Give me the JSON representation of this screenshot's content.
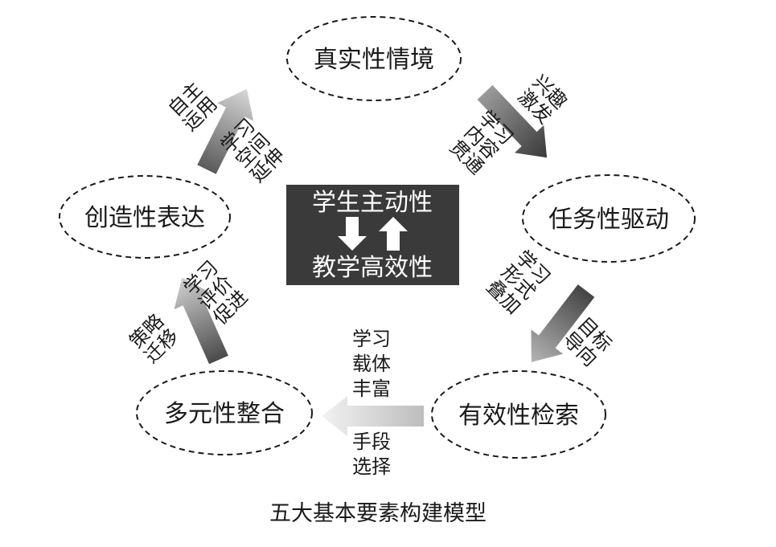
{
  "center": {
    "top": "学生主动性",
    "bottom": "教学高效性"
  },
  "nodes": {
    "situation": "真实性情境",
    "task": "任务性驱动",
    "retrieval": "有效性检索",
    "integration": "多元性整合",
    "expression": "创造性表达"
  },
  "labels": {
    "a1_outer": [
      "兴趣",
      "激发"
    ],
    "a1_inner": [
      "学习",
      "内容",
      "贯通"
    ],
    "a2_outer": [
      "目标",
      "导向"
    ],
    "a2_inner": [
      "学习",
      "形式",
      "叠加"
    ],
    "a3_top": [
      "学习",
      "载体",
      "丰富"
    ],
    "a3_bottom": [
      "手段",
      "选择"
    ],
    "a4_outer": [
      "策略",
      "迁移"
    ],
    "a4_inner": [
      "学习",
      "评价",
      "促进"
    ],
    "a5_outer": [
      "自主",
      "运用"
    ],
    "a5_inner": [
      "学习",
      "空间",
      "延伸"
    ]
  },
  "caption": "五大基本要素构建模型"
}
